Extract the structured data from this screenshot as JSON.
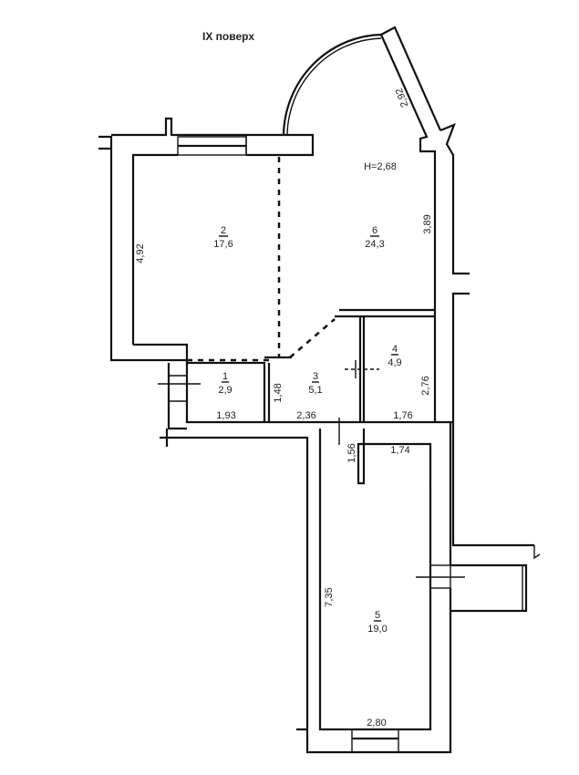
{
  "title": "IX поверх",
  "ceiling_height": "H=2,68",
  "rooms": [
    {
      "number": "1",
      "area": "2,9"
    },
    {
      "number": "2",
      "area": "17,6"
    },
    {
      "number": "3",
      "area": "5,1"
    },
    {
      "number": "4",
      "area": "4,9"
    },
    {
      "number": "5",
      "area": "19,0"
    },
    {
      "number": "6",
      "area": "24,3"
    }
  ],
  "dimensions": {
    "d_2_92": "2,92",
    "d_3_89": "3,89",
    "d_4_92": "4,92",
    "d_1_48": "1,48",
    "d_2_76": "2,76",
    "d_1_93": "1,93",
    "d_2_36": "2,36",
    "d_1_76": "1,76",
    "d_1_56": "1,56",
    "d_1_74": "1,74",
    "d_7_35": "7,35",
    "d_2_80": "2,80"
  }
}
